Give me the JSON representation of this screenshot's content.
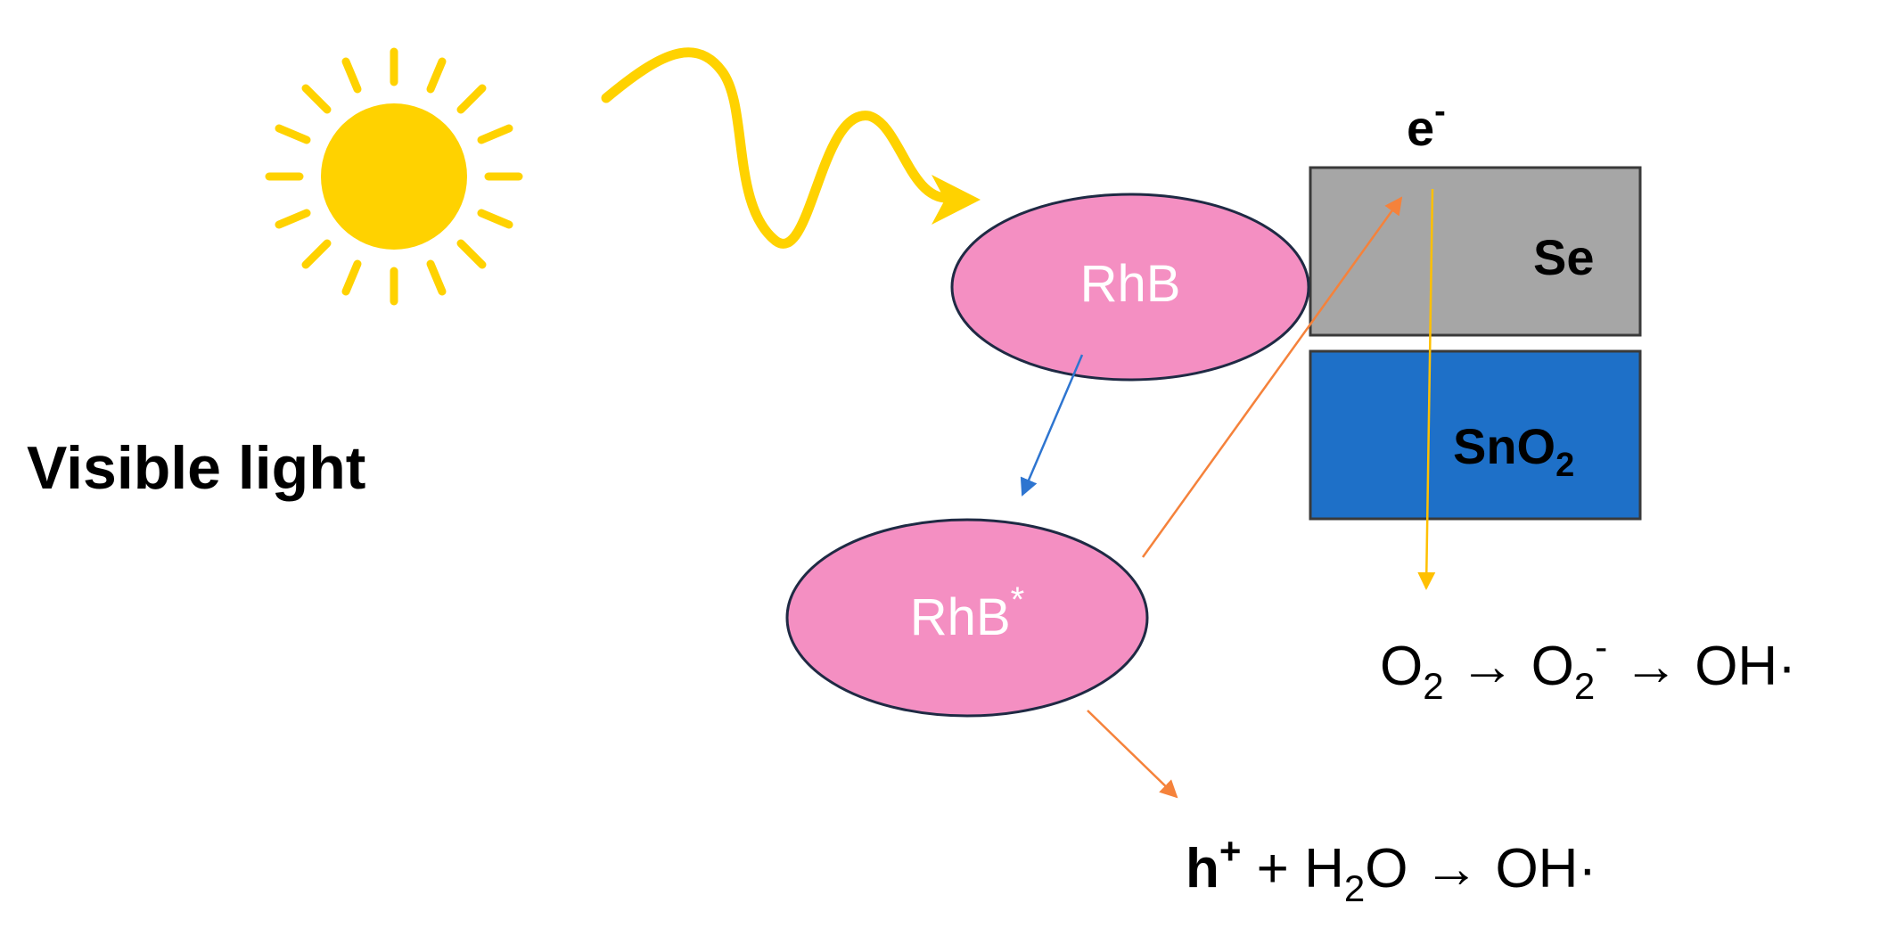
{
  "labels": {
    "visible_light": "Visible light",
    "rhb": "RhB",
    "rhb_excited": "RhB",
    "rhb_excited_sup": "*",
    "electron": "e",
    "electron_sup": "-",
    "se": "Se",
    "sno2": "SnO",
    "sno2_sub": "2",
    "reaction_oxygen": {
      "o2": "O",
      "o2_sub": "2",
      "arrow1": "→",
      "o2m": "O",
      "o2m_sub": "2",
      "o2m_sup": "-",
      "arrow2": "→",
      "oh": "OH·"
    },
    "reaction_hole": {
      "h": "h",
      "h_sup": "+",
      "plus": " + H",
      "h2o_sub": "2",
      "o": "O",
      "arrow": "→",
      "oh": "OH·"
    }
  },
  "colors": {
    "sun": "#FFD200",
    "wave": "#FFD200",
    "ellipse_fill": "#F48FC2",
    "ellipse_stroke": "#1F2A44",
    "se_fill": "#A6A6A6",
    "sno2_fill": "#1E70C8",
    "box_stroke": "#3A3A3A",
    "arrow_blue": "#2E75D0",
    "arrow_orange": "#F5823B",
    "arrow_yellow": "#FFC000"
  },
  "icons": {
    "sun": "sun-icon",
    "wave": "wavy-light-arrow"
  }
}
